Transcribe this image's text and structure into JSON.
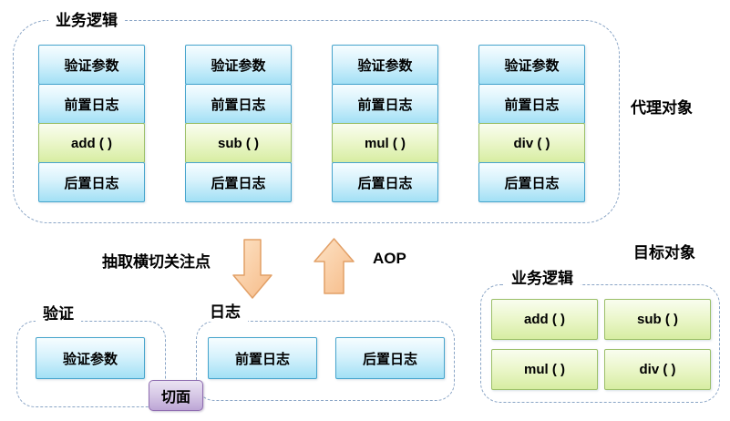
{
  "proxy": {
    "label": "业务逻辑",
    "side_label": "代理对象",
    "columns": [
      {
        "rows": [
          "验证参数",
          "前置日志",
          "add ( )",
          "后置日志"
        ]
      },
      {
        "rows": [
          "验证参数",
          "前置日志",
          "sub ( )",
          "后置日志"
        ]
      },
      {
        "rows": [
          "验证参数",
          "前置日志",
          "mul ( )",
          "后置日志"
        ]
      },
      {
        "rows": [
          "验证参数",
          "前置日志",
          "div ( )",
          "后置日志"
        ]
      }
    ]
  },
  "transform": {
    "extract_label": "抽取横切关注点",
    "aop_label": "AOP",
    "down_arrow_icon": "down-arrow",
    "up_arrow_icon": "up-arrow"
  },
  "aspect": {
    "badge": "切面",
    "validation_group": {
      "label": "验证",
      "items": [
        "验证参数"
      ]
    },
    "log_group": {
      "label": "日志",
      "items": [
        "前置日志",
        "后置日志"
      ]
    }
  },
  "target": {
    "side_label": "目标对象",
    "label": "业务逻辑",
    "methods": [
      "add ( )",
      "sub ( )",
      "mul ( )",
      "div ( )"
    ]
  },
  "colors": {
    "blue_box_border": "#46a4cc",
    "blue_box_top": "#f6fdff",
    "blue_box_bottom": "#a2e0f5",
    "green_box_border": "#9cc069",
    "green_box_top": "#f9fdef",
    "green_box_bottom": "#d7eda2",
    "purple_badge_border": "#8f6db0",
    "purple_badge_top": "#eae3f2",
    "purple_badge_bottom": "#bda6d6",
    "arrow_fill_light": "#fde3c6",
    "arrow_fill": "#f6bb88",
    "arrow_border": "#e2a067",
    "dashed_border": "#8aa5c6",
    "background": "#ffffff",
    "text": "#000000"
  }
}
